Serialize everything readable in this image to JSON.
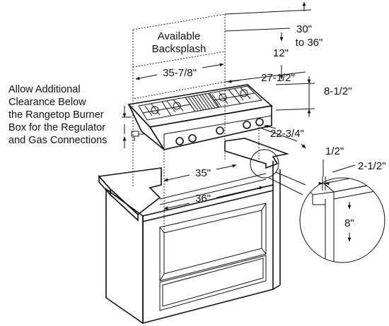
{
  "backsplash": {
    "line1": "Available",
    "line2": "Backsplash"
  },
  "note": {
    "lines": [
      "Allow Additional",
      "Clearance Below",
      "the Rangetop Burner",
      "Box for the Regulator",
      "and Gas Connections"
    ]
  },
  "dimensions": {
    "height_30": "30\"",
    "height_to_36": "to 36\"",
    "height_12": "12\"",
    "backsplash_width": "35-7/8\"",
    "top_depth": "27-1/2\"",
    "rangetop_height": "8-1/2\"",
    "burner_box_depth": "22-3/4\"",
    "cutout_width": "35\"",
    "cabinet_width": "36\"",
    "detail_half": "1/2\"",
    "detail_two_half": "2-1/2\"",
    "detail_eight": "8\""
  }
}
